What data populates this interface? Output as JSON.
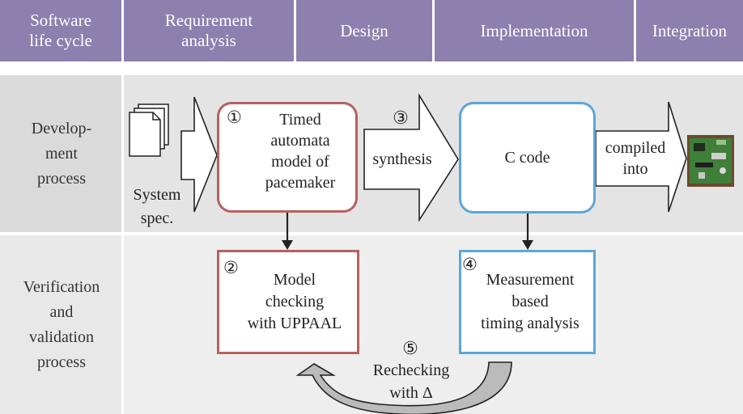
{
  "header": {
    "cells": [
      {
        "label": "Software\nlife cycle"
      },
      {
        "label": "Requirement\nanalysis"
      },
      {
        "label": "Design"
      },
      {
        "label": "Implementation"
      },
      {
        "label": "Integration"
      }
    ]
  },
  "rows": {
    "development": "Develop-\nment\nprocess",
    "verification": "Verification\nand\nvalidation\nprocess"
  },
  "nodes": {
    "system_spec": "System\nspec.",
    "timed_automata": {
      "num": "①",
      "label": "Timed\nautomata\nmodel of\npacemaker"
    },
    "synthesis": {
      "num": "③",
      "label": "synthesis"
    },
    "c_code": "C code",
    "compiled": "compiled\ninto",
    "model_checking": {
      "num": "②",
      "label": "Model\nchecking\nwith UPPAAL"
    },
    "measurement": {
      "num": "④",
      "label": "Measurement\nbased\ntiming analysis"
    },
    "rechecking": {
      "num": "⑤",
      "label": "Rechecking\nwith Δ"
    }
  },
  "colors": {
    "header": "#8d7fae",
    "row_bg": "#e6e6e6",
    "label_bg": "#dadada",
    "red_border": "#b5615e",
    "blue_border": "#5ba7d8"
  },
  "icons": {
    "document_stack": "document-stack-icon",
    "board_photo": "circuit-board-icon"
  }
}
